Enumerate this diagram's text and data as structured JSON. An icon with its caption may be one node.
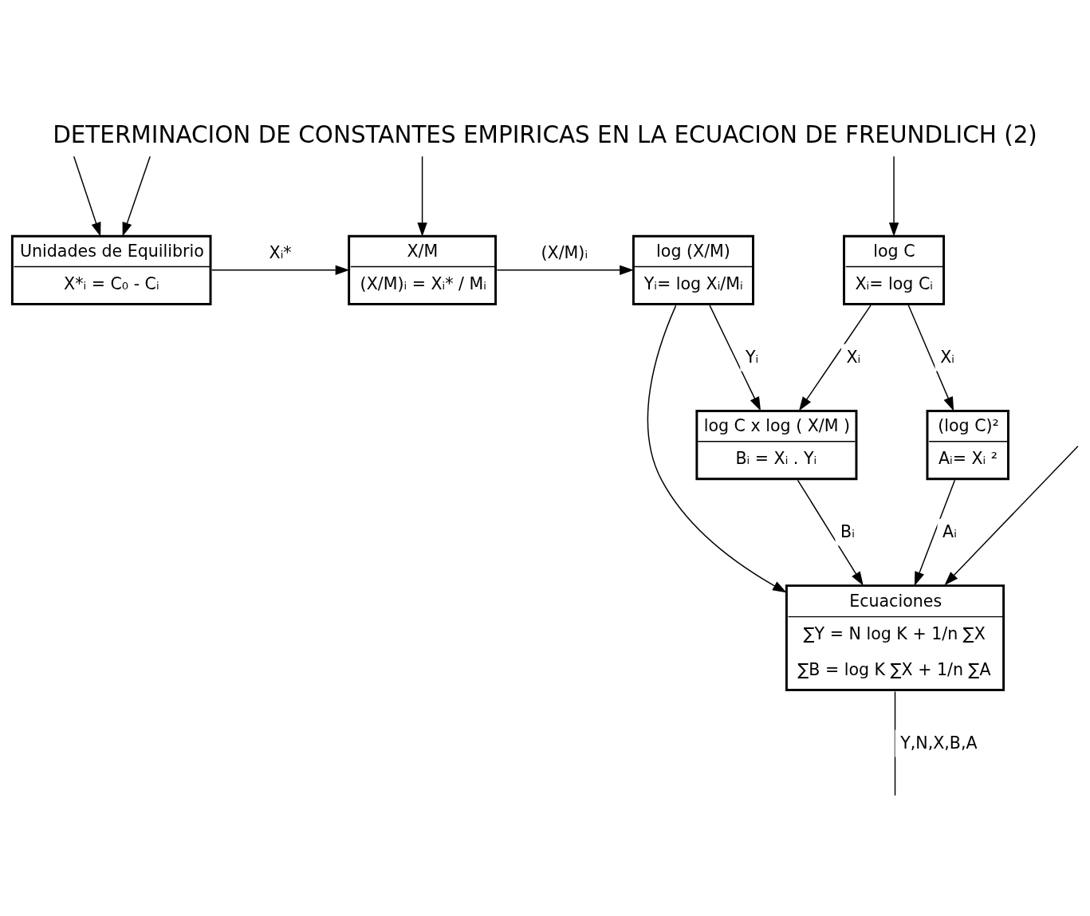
{
  "diagram": {
    "title": "DETERMINACION DE CONSTANTES EMPIRICAS EN LA ECUACION DE FREUNDLICH (2)",
    "nodes": [
      {
        "text": [
          "Unidades de Equilibrio",
          "X*ᵢ = C₀ - Cᵢ"
        ]
      },
      {
        "text": [
          "X/M",
          "(X/M)ᵢ = Xᵢ* / Mᵢ"
        ]
      },
      {
        "text": [
          "log (X/M)",
          "Yᵢ= log Xᵢ/Mᵢ"
        ]
      },
      {
        "text": [
          "log C",
          "Xᵢ= log Cᵢ"
        ]
      },
      {
        "text": [
          "(log C)²",
          "Aᵢ= Xᵢ ²"
        ]
      },
      {
        "text": [
          "log C x log ( X/M )",
          "Bᵢ = Xᵢ . Yᵢ"
        ]
      },
      {
        "text": [
          "Ecuaciones",
          "∑Y = N log K + 1/n ∑X",
          "∑B = log K ∑X + 1/n ∑A"
        ]
      }
    ],
    "edges": [
      {
        "from": null,
        "to": 0,
        "arrow": "to"
      },
      {
        "from": null,
        "to": 3,
        "arrow": "to"
      },
      {
        "from": null,
        "to": 0,
        "arrow": "to"
      },
      {
        "from": null,
        "to": 1,
        "arrow": "to"
      },
      {
        "from": 0,
        "to": 1,
        "arrow": "to",
        "label": "Xᵢ*"
      },
      {
        "from": 1,
        "to": 2,
        "arrow": "to",
        "label": "(X/M)ᵢ"
      },
      {
        "from": 2,
        "to": 5,
        "arrow": "to",
        "label": "Yᵢ"
      },
      {
        "from": 2,
        "to": 6,
        "arrow": "to"
      },
      {
        "from": 3,
        "to": 4,
        "arrow": "to",
        "label": "Xᵢ"
      },
      {
        "from": 3,
        "to": 5,
        "arrow": "to",
        "label": "Xᵢ"
      },
      {
        "from": 4,
        "to": 6,
        "arrow": "to",
        "label": "Aᵢ"
      },
      {
        "from": 5,
        "to": 6,
        "arrow": "to",
        "label": "Bᵢ"
      },
      {
        "from": null,
        "to": 6,
        "arrow": "to"
      },
      {
        "from": 6,
        "to": null,
        "arrow": "none",
        "label": "Y,N,X,B,A"
      }
    ]
  }
}
